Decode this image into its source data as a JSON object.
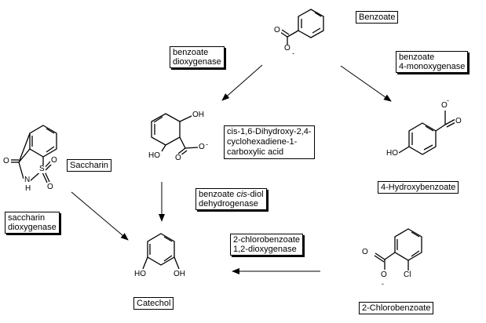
{
  "compounds": {
    "benzoate": "Benzoate",
    "hydroxybenzoate": "4-Hydroxybenzoate",
    "saccharin": "Saccharin",
    "catechol": "Catechol",
    "chlorobenzoate": "2-Chlorobenzoate",
    "diol_line1": "cis-1,6-Dihydroxy-2,4-",
    "diol_line2": "cyclohexadiene-1-",
    "diol_line3": "carboxylic acid"
  },
  "enzymes": {
    "benzoate_dioxygenase_1": "benzoate",
    "benzoate_dioxygenase_2": "dioxygenase",
    "monooxygenase_1": "benzoate",
    "monooxygenase_2": "4-monoxygenase",
    "dehydrogenase_1a": "benzoate ",
    "dehydrogenase_1b": "cis",
    "dehydrogenase_1c": "-diol",
    "dehydrogenase_2": "dehydrogenase",
    "saccharin_dioxygenase_1": "saccharin",
    "saccharin_dioxygenase_2": "dioxygenase",
    "chlorobenzoate_dioxygenase_1": "2-chlorobenzoate",
    "chlorobenzoate_dioxygenase_2": "1,2-dioxygenase"
  },
  "atoms": {
    "o": "O",
    "oh": "OH",
    "ho": "HO",
    "cl": "Cl",
    "nh": "N",
    "h": "H",
    "s": "S",
    "minus": "-"
  }
}
